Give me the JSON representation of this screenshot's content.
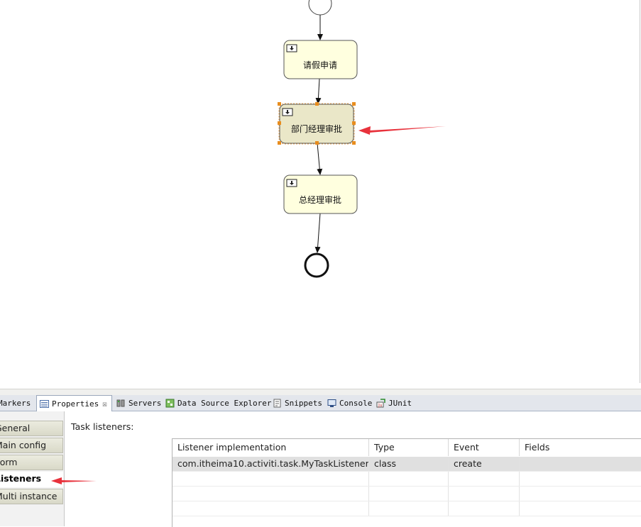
{
  "diagram": {
    "tasks": [
      {
        "name": "请假申请"
      },
      {
        "name": "部门经理审批"
      },
      {
        "name": "总经理审批"
      }
    ]
  },
  "tabs": [
    {
      "label": "Markers",
      "icon": "markers-icon"
    },
    {
      "label": "Properties",
      "icon": "properties-icon",
      "close": "☒"
    },
    {
      "label": "Servers",
      "icon": "servers-icon"
    },
    {
      "label": "Data Source Explorer",
      "icon": "data-source-explorer-icon"
    },
    {
      "label": "Snippets",
      "icon": "snippets-icon"
    },
    {
      "label": "Console",
      "icon": "console-icon"
    },
    {
      "label": "JUnit",
      "icon": "junit-icon"
    }
  ],
  "side_tabs": [
    {
      "label": "General"
    },
    {
      "label": "Main config"
    },
    {
      "label": "Form"
    },
    {
      "label": "Listeners"
    },
    {
      "label": "Multi instance"
    }
  ],
  "section": {
    "title": "Task listeners:"
  },
  "table": {
    "headers": [
      "Listener implementation",
      "Type",
      "Event",
      "Fields"
    ],
    "rows": [
      [
        "com.itheima10.activiti.task.MyTaskListener",
        "class",
        "create",
        ""
      ]
    ]
  },
  "colors": {
    "annotation_arrow": "#e8323c",
    "task_fill": "#ffffdf",
    "selected_task_fill": "#eae7c8",
    "tab_bar": "#e3e6ec"
  }
}
